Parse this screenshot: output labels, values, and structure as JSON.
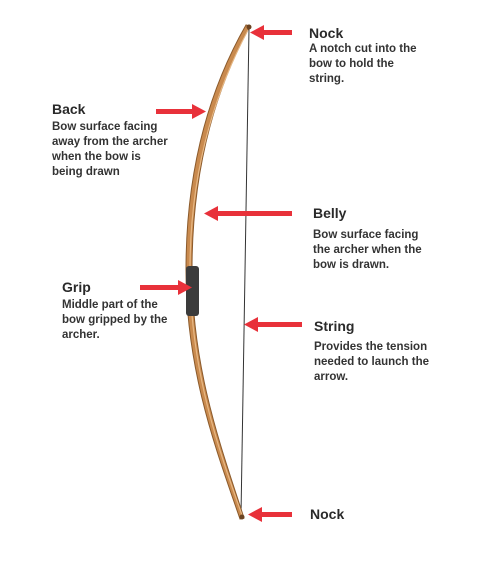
{
  "labels": {
    "nock_top": {
      "title": "Nock",
      "lines": [
        "A notch cut into the",
        "bow to hold the",
        "string."
      ]
    },
    "back": {
      "title": "Back",
      "lines": [
        "Bow surface facing",
        "away from the archer",
        "when the bow is",
        "being drawn"
      ]
    },
    "belly": {
      "title": "Belly",
      "lines": [
        "Bow surface facing",
        "the archer when the",
        "bow is drawn."
      ]
    },
    "grip": {
      "title": "Grip",
      "lines": [
        "Middle part of the",
        "bow gripped by the",
        "archer."
      ]
    },
    "string": {
      "title": "String",
      "lines": [
        "Provides the tension",
        "needed to launch the",
        "arrow."
      ]
    },
    "nock_bottom": {
      "title": "Nock"
    }
  },
  "colors": {
    "arrow": "#e8313a",
    "bow_wood": "#c98a4e",
    "bow_edge": "#8b5a2b",
    "grip": "#3b3b3b",
    "string": "#333333"
  }
}
